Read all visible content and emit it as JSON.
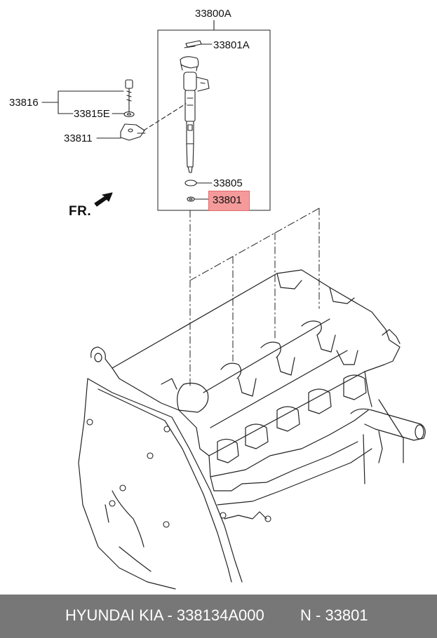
{
  "labels": {
    "assembly": "33800A",
    "clip": "33801A",
    "bolt_assy": "33816",
    "washer": "33815E",
    "clamp": "33811",
    "o_ring": "33805",
    "seal": "33801",
    "front": "FR."
  },
  "footer": {
    "brand": "HYUNDAI  KIA - 338134A000",
    "number": "N - 33801"
  },
  "colors": {
    "highlight": "#f59a9a",
    "footer_bg": "#777777",
    "footer_text": "#ffffff"
  }
}
